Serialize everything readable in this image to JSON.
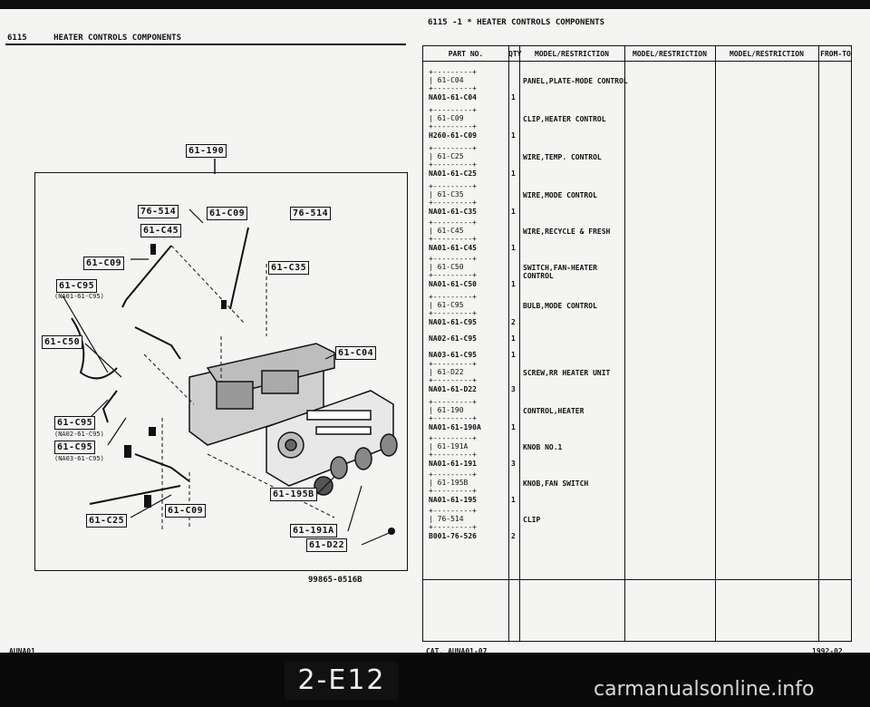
{
  "left_header": {
    "code": "6115",
    "title": "HEATER CONTROLS COMPONENTS"
  },
  "right_header": "6115 -1 * HEATER CONTROLS COMPONENTS",
  "diagram": {
    "top_label": "61-190",
    "labels": [
      {
        "id": "l1",
        "text": "76-514"
      },
      {
        "id": "l2",
        "text": "61-C09"
      },
      {
        "id": "l3",
        "text": "76-514"
      },
      {
        "id": "l4",
        "text": "61-C45"
      },
      {
        "id": "l5",
        "text": "61-C09"
      },
      {
        "id": "l6",
        "text": "61-C35"
      },
      {
        "id": "l7",
        "text": "61-C95"
      },
      {
        "id": "l8",
        "text": "61-C50"
      },
      {
        "id": "l9",
        "text": "61-C04"
      },
      {
        "id": "l10",
        "text": "61-C95"
      },
      {
        "id": "l11",
        "text": "61-C95"
      },
      {
        "id": "l12",
        "text": "61-195B"
      },
      {
        "id": "l13",
        "text": "61-C09"
      },
      {
        "id": "l14",
        "text": "61-C25"
      },
      {
        "id": "l15",
        "text": "61-191A"
      },
      {
        "id": "l16",
        "text": "61-D22"
      }
    ],
    "sub_labels": [
      {
        "id": "s1",
        "text": "(NA01-61-C95)"
      },
      {
        "id": "s2",
        "text": "(NA02-61-C95)"
      },
      {
        "id": "s3",
        "text": "(NA03-61-C95)"
      }
    ],
    "illustration_no": "99865-0516B"
  },
  "table": {
    "headers": [
      "PART NO.",
      "QTY",
      "MODEL/RESTRICTION",
      "MODEL/RESTRICTION",
      "MODEL/RESTRICTION",
      "FROM-TO"
    ],
    "rows": [
      {
        "ref": "61-C04",
        "part": "NA01-61-C04",
        "qty": "1",
        "desc": "PANEL,PLATE-MODE CONTROL"
      },
      {
        "ref": "61-C09",
        "part": "H260-61-C09",
        "qty": "1",
        "desc": "CLIP,HEATER CONTROL"
      },
      {
        "ref": "61-C25",
        "part": "NA01-61-C25",
        "qty": "1",
        "desc": "WIRE,TEMP. CONTROL"
      },
      {
        "ref": "61-C35",
        "part": "NA01-61-C35",
        "qty": "1",
        "desc": "WIRE,MODE CONTROL"
      },
      {
        "ref": "61-C45",
        "part": "NA01-61-C45",
        "qty": "1",
        "desc": "WIRE,RECYCLE & FRESH"
      },
      {
        "ref": "61-C50",
        "part": "NA01-61-C50",
        "qty": "1",
        "desc": "SWITCH,FAN-HEATER CONTROL"
      },
      {
        "ref": "61-C95",
        "part": "NA01-61-C95",
        "qty": "2",
        "desc": "BULB,MODE CONTROL",
        "extra": [
          {
            "part": "NA02-61-C95",
            "qty": "1"
          },
          {
            "part": "NA03-61-C95",
            "qty": "1"
          }
        ]
      },
      {
        "ref": "61-D22",
        "part": "NA01-61-D22",
        "qty": "3",
        "desc": "SCREW,RR HEATER UNIT"
      },
      {
        "ref": "61-190",
        "part": "NA01-61-190A",
        "qty": "1",
        "desc": "CONTROL,HEATER"
      },
      {
        "ref": "61-191A",
        "part": "NA01-61-191",
        "qty": "3",
        "desc": "KNOB NO.1"
      },
      {
        "ref": "61-195B",
        "part": "NA01-61-195",
        "qty": "1",
        "desc": "KNOB,FAN SWITCH"
      },
      {
        "ref": "76-514",
        "part": "B001-76-526",
        "qty": "2",
        "desc": "CLIP"
      }
    ]
  },
  "footer": {
    "left": "AUNA01",
    "catalog": "CAT. AUNA01-07",
    "year": "1992-02"
  },
  "page_tag": "2-E12",
  "watermark": "carmanualsonline.info"
}
